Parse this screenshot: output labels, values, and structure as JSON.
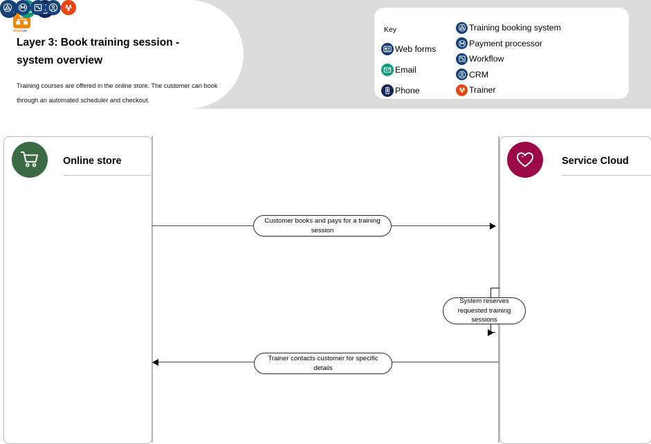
{
  "meta": {
    "logo_text_a": "draw",
    "logo_text_b": ".io",
    "logo_icon": "drawio-hierarchy-icon"
  },
  "title_card": {
    "heading": "Layer 3: Book training session - system overview",
    "description": "Training courses are offered in the online store. The customer can book through an automated scheduler and checkout."
  },
  "key": {
    "title": "Key",
    "left_items": [
      {
        "label": "Web forms",
        "icon": "web-forms-icon",
        "color": "#153e6e"
      },
      {
        "label": "Email",
        "icon": "email-icon",
        "color": "#0f9b80"
      },
      {
        "label": "Phone",
        "icon": "phone-icon",
        "color": "#12265c"
      }
    ],
    "right_items": [
      {
        "label": "Training booking system",
        "icon": "training-booking-system-icon",
        "color": "#17427a"
      },
      {
        "label": "Payment processor",
        "icon": "payment-processor-icon",
        "color": "#17427a"
      },
      {
        "label": "Workflow",
        "icon": "workflow-icon",
        "color": "#17427a"
      },
      {
        "label": "CRM",
        "icon": "crm-icon",
        "color": "#17427a"
      },
      {
        "label": "Trainer",
        "icon": "trainer-icon",
        "color": "#e84310"
      }
    ]
  },
  "lanes": [
    {
      "name": "online-store",
      "title": "Online store",
      "avatar_icon": "shopping-cart-icon",
      "avatar_color": "#3a6b42",
      "footer_icons": [
        {
          "icon": "web-forms-icon",
          "color": "#153e6e"
        },
        {
          "icon": "email-icon",
          "color": "#0f9b80"
        },
        {
          "icon": "phone-icon",
          "color": "#12265c"
        }
      ]
    },
    {
      "name": "service-cloud",
      "title": "Service Cloud",
      "avatar_icon": "heart-icon",
      "avatar_color": "#9b0a46",
      "footer_icons": [
        {
          "icon": "training-booking-system-icon",
          "color": "#17427a"
        },
        {
          "icon": "payment-processor-icon",
          "color": "#17427a"
        },
        {
          "icon": "workflow-icon",
          "color": "#17427a"
        },
        {
          "icon": "crm-icon",
          "color": "#17427a"
        },
        {
          "icon": "trainer-icon",
          "color": "#e84310"
        }
      ]
    }
  ],
  "messages": [
    {
      "name": "message-book-and-pay",
      "text": "Customer books and pays for a training session",
      "direction": "left-to-right"
    },
    {
      "name": "message-reserve-sessions",
      "text": "System reserves requested training sessions",
      "direction": "self-loop"
    },
    {
      "name": "message-trainer-contacts",
      "text": "Trainer contacts customer for specific details",
      "direction": "right-to-left"
    }
  ],
  "colors": {
    "header_band": "#dcdcdc",
    "store_green": "#3a6b42",
    "cloud_maroon": "#9b0a46",
    "navy": "#17427a",
    "teal": "#0f9b80",
    "orange": "#e84310",
    "drawio_orange": "#f08705"
  }
}
